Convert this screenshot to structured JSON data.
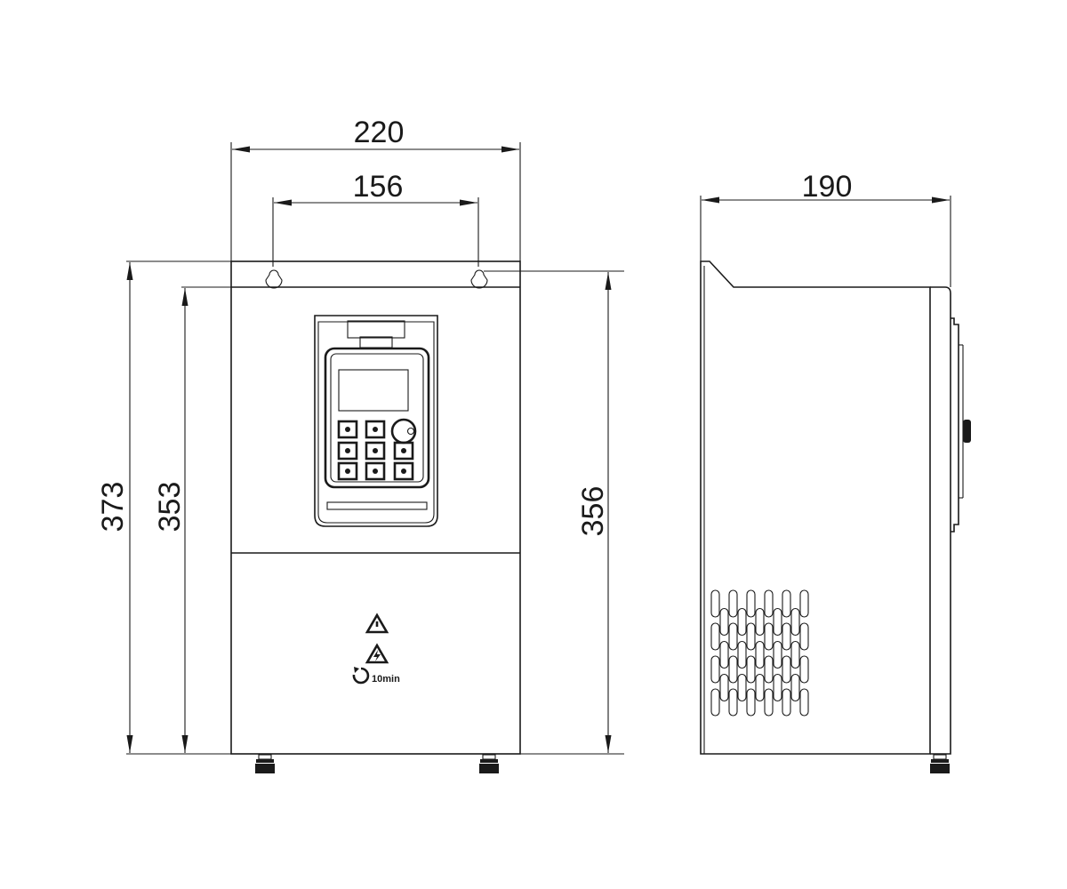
{
  "dimensions": {
    "front_width": "220",
    "mount_hole_spacing": "156",
    "side_depth": "190",
    "overall_height": "373",
    "body_height": "353",
    "mount_height": "356"
  },
  "labels": {
    "discharge_time": "10min"
  },
  "icons": [
    "warning-triangle-icon",
    "high-voltage-warning-icon",
    "discharge-timer-icon"
  ]
}
